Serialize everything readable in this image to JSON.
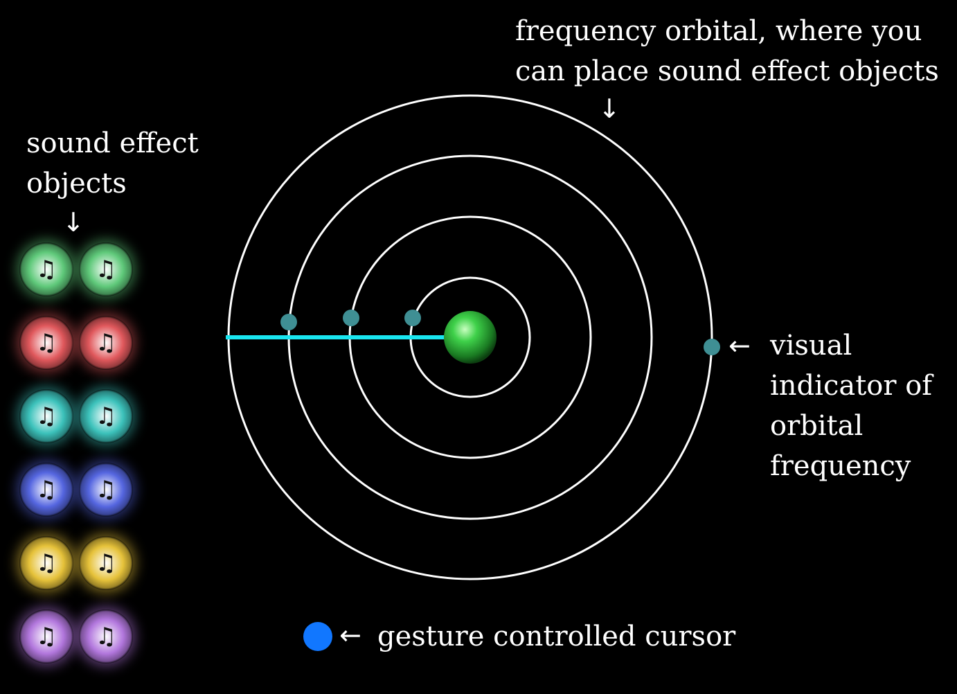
{
  "labels": {
    "orbital_line1": "frequency orbital, where you",
    "orbital_line2": "can place sound effect objects",
    "objects_line1": "sound effect",
    "objects_line2": "objects",
    "indicator_line1": "visual",
    "indicator_line2": "indicator of",
    "indicator_line3": "orbital",
    "indicator_line4": "frequency",
    "cursor": "gesture controlled cursor"
  },
  "arrows": {
    "down": "↓",
    "left": "←"
  },
  "colors": {
    "background": "#000000",
    "orbit_ring": "#ffffff",
    "radial_line": "#19e6f0",
    "frequency_marker": "#3f8f94",
    "core_center": "#3fd14a",
    "cursor": "#1177ff"
  },
  "icons": {
    "sound_object_glyph": "♫",
    "sound_object_icon": "music-note-icon"
  },
  "sound_objects": {
    "rows": [
      {
        "color": "#5fc97a",
        "count": 2
      },
      {
        "color": "#e0585c",
        "count": 2
      },
      {
        "color": "#3cc2bb",
        "count": 2
      },
      {
        "color": "#5566e0",
        "count": 2
      },
      {
        "color": "#e6c23a",
        "count": 2
      },
      {
        "color": "#b277dd",
        "count": 2
      }
    ]
  },
  "orbits": {
    "count": 4
  }
}
